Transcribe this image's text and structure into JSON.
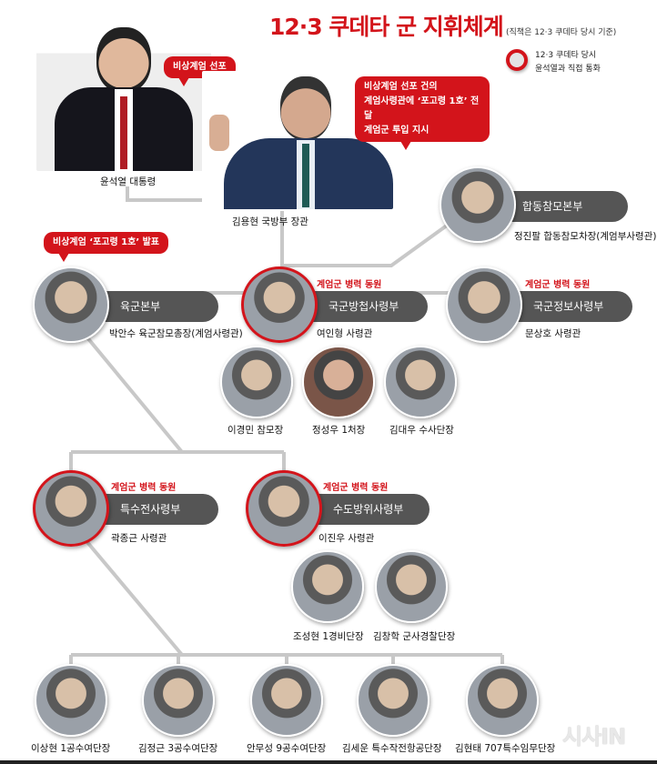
{
  "title": "12·3 쿠데타 군 지휘체계",
  "subtitle": "(직책은 12·3 쿠데타 당시 기준)",
  "legend": {
    "line1": "12·3 쿠데타 당시",
    "line2": "윤석열과 직접 통화",
    "ring_color": "#d3141b"
  },
  "colors": {
    "accent": "#d3141b",
    "pill": "#555555",
    "line": "#c8c8c8"
  },
  "president": {
    "name": "윤석열 대통령",
    "bubble": "비상계엄 선포"
  },
  "minister": {
    "name": "김용현 국방부 장관",
    "bubble_lines": [
      "비상계엄 선포 건의",
      "계엄사령관에 ‘포고령 1호’ 전달",
      "계엄군 투입 지시"
    ]
  },
  "jcs": {
    "unit": "합동참모본부",
    "name": "정진팔 합동참모차장(계엄부사령관)"
  },
  "decree_bubble": "비상계엄 ‘포고령 1호’ 발표",
  "mobilized_label": "계엄군 병력 동원",
  "row2": [
    {
      "unit": "육군본부",
      "name": "박안수 육군참모총장(계엄사령관)",
      "mobilized": false,
      "direct_call": false
    },
    {
      "unit": "국군방첩사령부",
      "name": "여인형 사령관",
      "mobilized": true,
      "direct_call": true
    },
    {
      "unit": "국군정보사령부",
      "name": "문상호 사령관",
      "mobilized": true,
      "direct_call": false
    }
  ],
  "counterintel_staff": [
    "이경민 참모장",
    "정성우 1처장",
    "김대우 수사단장"
  ],
  "row4": [
    {
      "unit": "특수전사령부",
      "name": "곽종근 사령관",
      "mobilized": true,
      "direct_call": true
    },
    {
      "unit": "수도방위사령부",
      "name": "이진우 사령관",
      "mobilized": true,
      "direct_call": true
    }
  ],
  "capital_staff": [
    "조성현 1경비단장",
    "김창학 군사경찰단장"
  ],
  "special_staff": [
    "이상현 1공수여단장",
    "김정근 3공수여단장",
    "안무성 9공수여단장",
    "김세운 특수작전항공단장",
    "김현태 707특수임무단장"
  ],
  "watermark": "시사IN"
}
